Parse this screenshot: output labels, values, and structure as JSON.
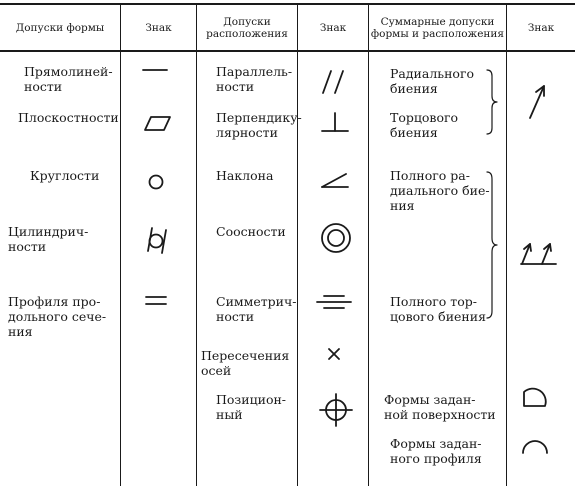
{
  "header": {
    "col1": "Допуски формы",
    "col2": "Знак",
    "col3": "Допуски\nрасположения",
    "col4": "Знак",
    "col5": "Суммарные допуски\nформы и расположения",
    "col6": "Знак"
  },
  "form_tolerances": [
    {
      "label": "Прямолиней-\nности",
      "icon": "straightness-icon"
    },
    {
      "label": "Плоскостности",
      "icon": "flatness-icon"
    },
    {
      "label": "Круглости",
      "icon": "roundness-icon"
    },
    {
      "label": "Цилиндрич-\nности",
      "icon": "cylindricity-icon"
    },
    {
      "label": "Профиля про-\nдольного сече-\nния",
      "icon": "longitudinal-profile-icon"
    }
  ],
  "position_tolerances": [
    {
      "label": "Параллель-\nности",
      "icon": "parallelism-icon"
    },
    {
      "label": "Перпендику-\nлярности",
      "icon": "perpendicularity-icon"
    },
    {
      "label": "Наклона",
      "icon": "angularity-icon"
    },
    {
      "label": "Соосности",
      "icon": "concentricity-icon"
    },
    {
      "label": "Симметрич-\nности",
      "icon": "symmetry-icon"
    },
    {
      "label": "Пересечения\nосей",
      "icon": "axis-intersection-icon"
    },
    {
      "label": "Позицион-\nный",
      "icon": "position-icon"
    }
  ],
  "combined_tolerances": [
    {
      "label": "Радиального\nбиения"
    },
    {
      "label": "Торцового\nбиения"
    },
    {
      "label": "Полного ра-\nдиального бие-\nния"
    },
    {
      "label": "Полного тор-\nцового биения"
    },
    {
      "label": "Формы задан-\nной поверхности"
    },
    {
      "label": "Формы задан-\nного профиля"
    }
  ],
  "combined_symbols": [
    "runout-icon",
    "total-runout-icon",
    "surface-profile-icon",
    "line-profile-icon"
  ]
}
